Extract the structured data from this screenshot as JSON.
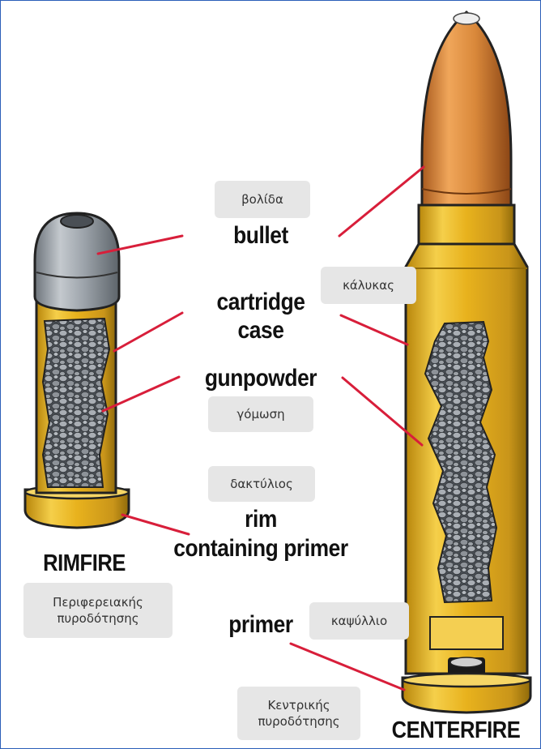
{
  "labels": {
    "bullet": "bullet",
    "cartridge_case_1": "cartridge",
    "cartridge_case_2": "case",
    "gunpowder": "gunpowder",
    "rim_1": "rim",
    "rim_2": "containing primer",
    "primer": "primer",
    "rimfire": "RIMFIRE",
    "centerfire": "CENTERFIRE"
  },
  "translations": {
    "bullet": "βολίδα",
    "case": "κάλυκας",
    "gunpowder": "γόμωση",
    "rim": "δακτύλιος",
    "primer": "καψύλλιο",
    "rimfire_1": "Περιφερειακής",
    "rimfire_2": "πυροδότησης",
    "centerfire_1": "Κεντρικής",
    "centerfire_2": "πυροδότησης"
  },
  "colors": {
    "leader_line": "#d81e3a",
    "brass": "#e8b21d",
    "copper": "#d9883a",
    "lead": "#9aa1a8",
    "powder": "#8a8f95",
    "label_box": "#e6e6e6",
    "frame": "#2b5fb8"
  }
}
